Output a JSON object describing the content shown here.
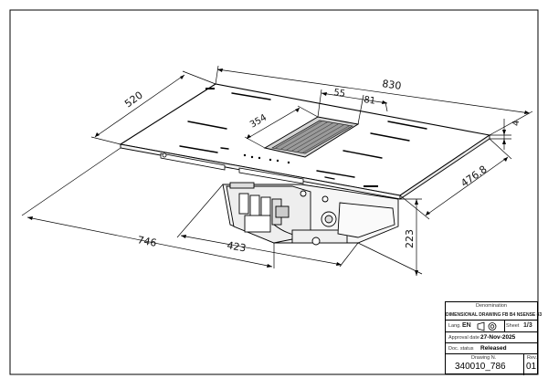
{
  "dimensions": {
    "overall_width": "830",
    "depth": "520",
    "extractor_width": "55",
    "extractor_offset": "81",
    "extractor_length": "354",
    "glass_thickness": "4",
    "cutout_width": "476.8",
    "cutout_diag": "746",
    "unit_width": "423",
    "unit_height": "223"
  },
  "title_block": {
    "denomination_label": "Denomination",
    "denomination": "DIMENSIONAL DRAWING FB B4 NSENSE 83",
    "lang_label": "Lang.",
    "lang_value": "EN",
    "sheet_label": "Sheet",
    "sheet_value": "1/3",
    "approval_label": "Approval date",
    "approval_value": "27-Nov-2025",
    "doc_status_label": "Doc. status",
    "doc_status_value": "Released",
    "drawing_label": "Drawing N.",
    "drawing_value": "340010_786",
    "rev_label": "Rev.",
    "rev_value": "01"
  }
}
